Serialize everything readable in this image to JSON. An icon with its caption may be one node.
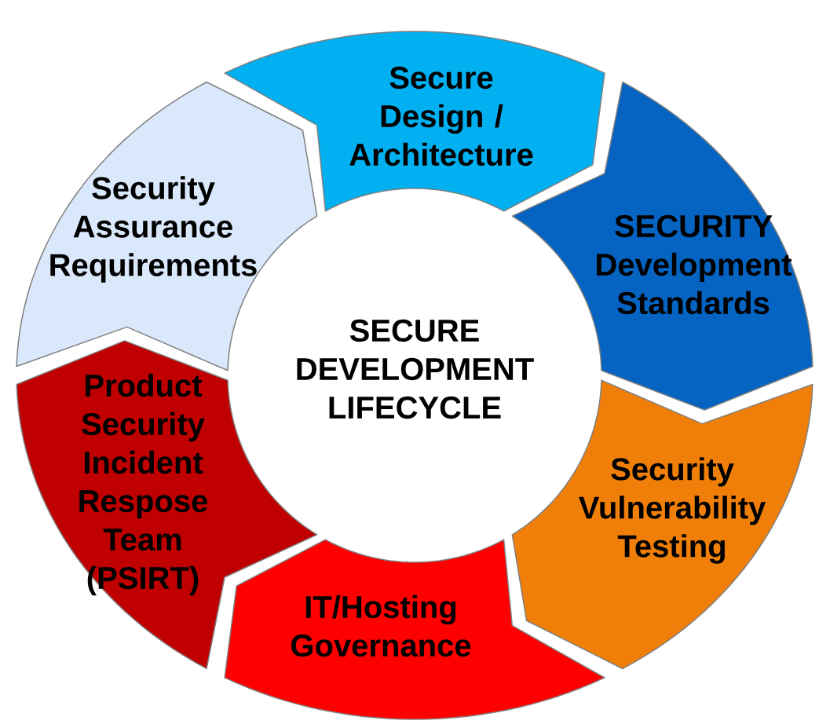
{
  "diagram": {
    "nodes": [
      {
        "text": [
          "Secure Design / Architecture"
        ]
      },
      {
        "text": [
          "Security Assurance Requirements"
        ]
      },
      {
        "text": [
          "SECURITY Development Standards"
        ]
      },
      {
        "text": [
          "SECURE DEVELOPMENT LIFECYCLE"
        ]
      },
      {
        "text": [
          "Product Security Incident Respose Team (PSIRT)"
        ]
      },
      {
        "text": [
          "Security Vulnerability Testing"
        ]
      },
      {
        "text": [
          "IT/Hosting Governance"
        ]
      }
    ]
  }
}
